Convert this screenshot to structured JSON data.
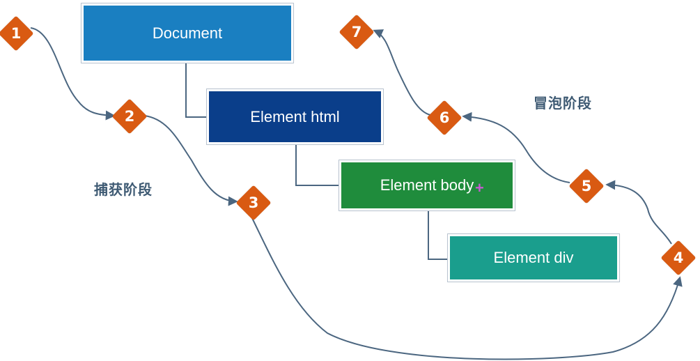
{
  "boxes": {
    "document": {
      "label": "Document",
      "color": "#1a7fc1"
    },
    "html": {
      "label": "Element html",
      "color": "#0a3e8a"
    },
    "body": {
      "label": "Element body",
      "color": "#1f8c3c"
    },
    "div": {
      "label": "Element div",
      "color": "#1a9e8d"
    }
  },
  "markers": [
    "1",
    "2",
    "3",
    "4",
    "5",
    "6",
    "7"
  ],
  "marker_color": "#d95a12",
  "arrow_color": "#4b6680",
  "phases": {
    "capture": "捕获阶段",
    "bubble": "冒泡阶段"
  }
}
